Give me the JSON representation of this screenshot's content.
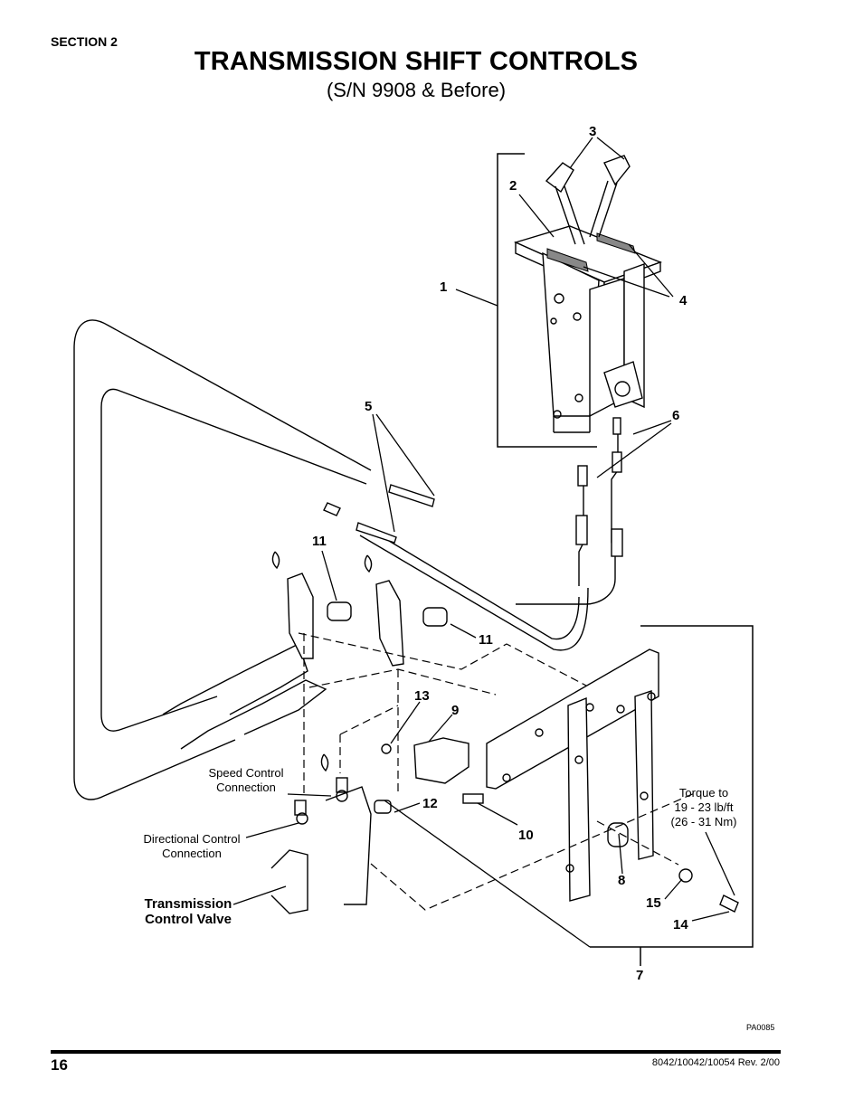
{
  "header": {
    "section": "SECTION 2",
    "title": "TRANSMISSION SHIFT CONTROLS",
    "subtitle": "(S/N 9908 & Before)"
  },
  "callouts": {
    "c1": "1",
    "c2": "2",
    "c3": "3",
    "c4": "4",
    "c5": "5",
    "c6": "6",
    "c7": "7",
    "c8": "8",
    "c9": "9",
    "c10": "10",
    "c11a": "11",
    "c11b": "11",
    "c12": "12",
    "c13": "13",
    "c14": "14",
    "c15": "15"
  },
  "labels": {
    "speed_control": "Speed Control Connection",
    "directional_control": "Directional Control Connection",
    "transmission_valve": "Transmission Control Valve",
    "torque_line1": "Torque to",
    "torque_line2": "19 - 23 lb/ft",
    "torque_line3": "(26 - 31 Nm)"
  },
  "figure_id": "PA0085",
  "footer": {
    "page_number": "16",
    "document_id": "8042/10042/10054 Rev. 2/00"
  }
}
